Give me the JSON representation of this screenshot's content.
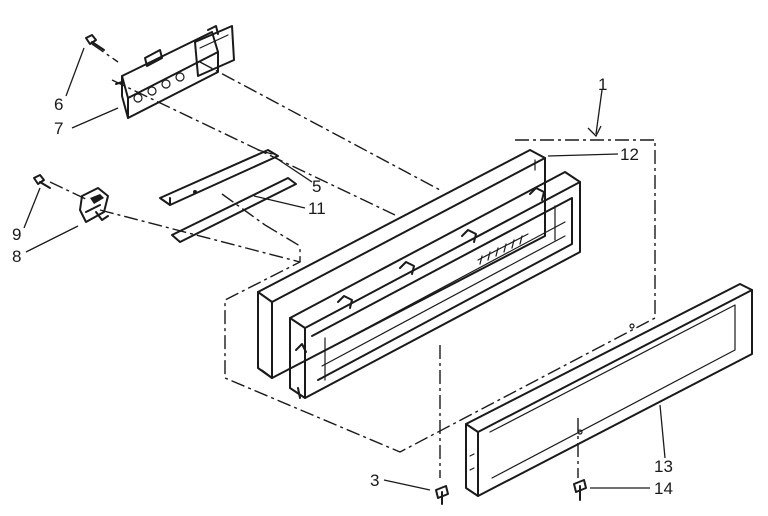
{
  "callouts": {
    "c1": "1",
    "c3": "3",
    "c5": "5",
    "c6": "6",
    "c7": "7",
    "c8": "8",
    "c9": "9",
    "c11": "11",
    "c12": "12",
    "c13": "13",
    "c14": "14"
  }
}
